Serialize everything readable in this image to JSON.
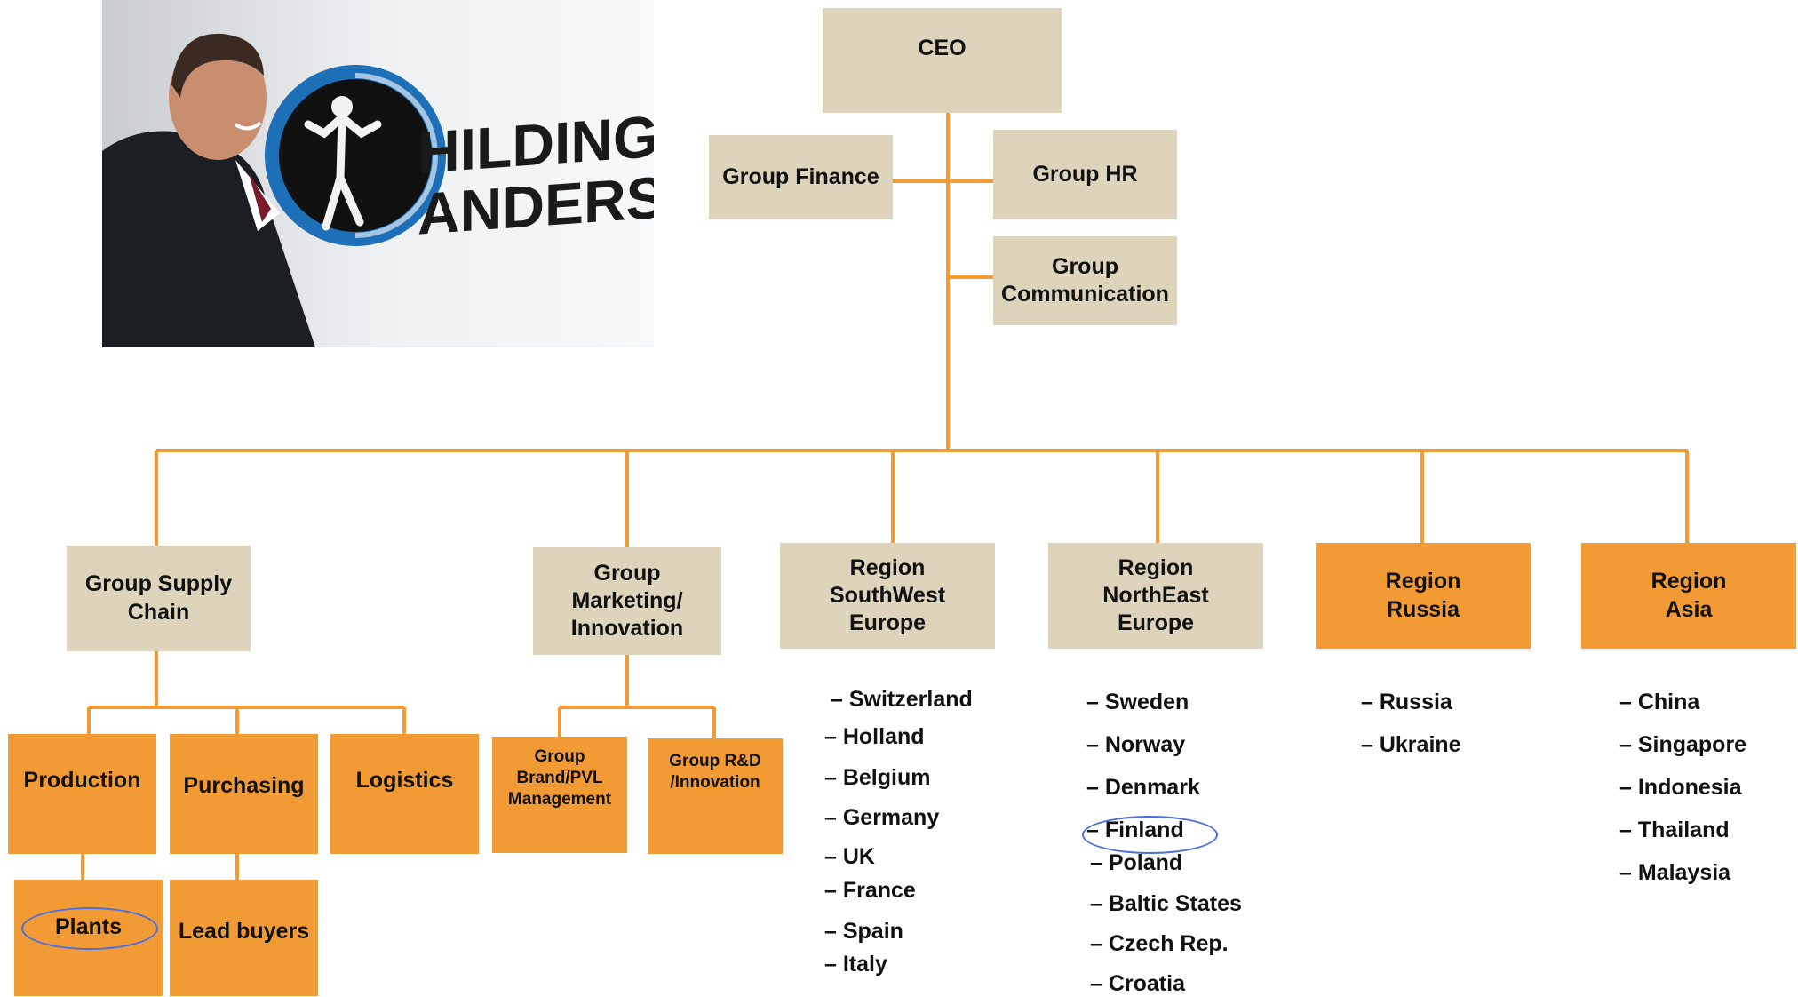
{
  "photo": {
    "description": "Executive smiling beside company logo wall",
    "logo_text": [
      "HILDING",
      "ANDERS"
    ]
  },
  "colors": {
    "tan": "#ddd4bb",
    "orange": "#f29b34",
    "line": "#f29b34",
    "highlight": "#4a6fe0"
  },
  "org": {
    "ceo": "CEO",
    "group_finance": "Group Finance",
    "group_hr": "Group HR",
    "group_communication": "Group Communication",
    "supply_chain": {
      "label": "Group Supply Chain",
      "production": "Production",
      "purchasing": "Purchasing",
      "logistics": "Logistics",
      "plants": "Plants",
      "lead_buyers": "Lead buyers"
    },
    "marketing": {
      "label": "Group Marketing/ Innovation",
      "brand": "Group Brand/PVL Management",
      "rnd": "Group R&D /Innovation"
    },
    "regions": [
      {
        "label": "Region SouthWest Europe",
        "countries": [
          "– Switzerland",
          "– Holland",
          "– Belgium",
          "– Germany",
          "–  UK",
          "–  France",
          "– Spain",
          "– Italy"
        ]
      },
      {
        "label": "Region NorthEast Europe",
        "countries": [
          "– Sweden",
          "– Norway",
          "– Denmark",
          "– Finland",
          "– Poland",
          "– Baltic States",
          "– Czech Rep.",
          "– Croatia"
        ]
      },
      {
        "label": "Region Russia",
        "countries": [
          "– Russia",
          "– Ukraine"
        ]
      },
      {
        "label": "Region Asia",
        "countries": [
          "– China",
          "– Singapore",
          "– Indonesia",
          "– Thailand",
          "– Malaysia"
        ]
      }
    ]
  }
}
